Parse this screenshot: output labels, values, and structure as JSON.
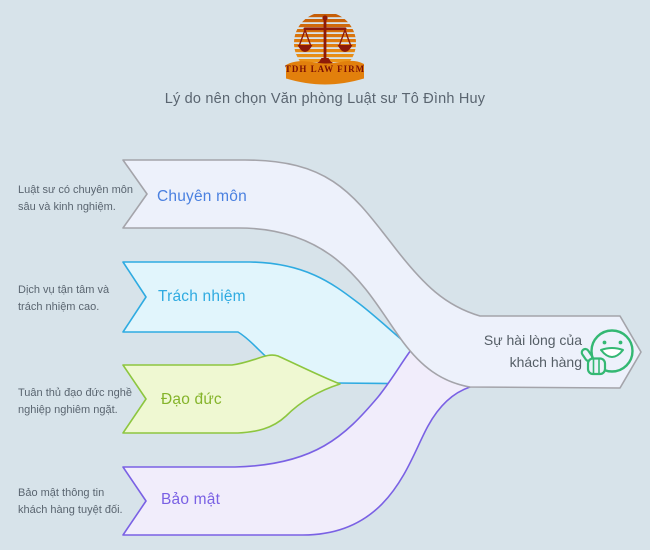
{
  "canvas": {
    "background": "#d7e3ea"
  },
  "header": {
    "logo": {
      "icon": "scales-of-justice-icon",
      "banner_text": "TDH LAW FIRM",
      "colors": {
        "stripes_top": "#c35a06",
        "stripes_bottom": "#f3a51f",
        "banner": "#e2800c",
        "emblem": "#8e1a08"
      }
    },
    "title": "Lý do nên chọn Văn phòng Luật sư Tô Đình Huy"
  },
  "factors": [
    {
      "label": "Chuyên môn",
      "description": "Luật sư có chuyên môn\nsâu và kinh nghiệm.",
      "accent": "#4a80e0",
      "fill": "#edf1fb",
      "stroke": "#a4a4aa"
    },
    {
      "label": "Trách nhiệm",
      "description": "Dịch vụ tận tâm và\ntrách nhiệm cao.",
      "accent": "#2fabe1",
      "fill": "#e1f5fc",
      "stroke": "#2fabe1"
    },
    {
      "label": "Đạo đức",
      "description": "Tuân thủ đạo đức nghề\nnghiệp nghiêm ngặt.",
      "accent": "#85b42b",
      "fill": "#eff8d2",
      "stroke": "#8dc63f"
    },
    {
      "label": "Bảo mật",
      "description": "Bảo mật thông tin\nkhách hàng tuyệt đối.",
      "accent": "#7a61e4",
      "fill": "#f1edfb",
      "stroke": "#7a61e4"
    }
  ],
  "outcome": {
    "label": "Sự hài lòng của\nkhách hàng",
    "icon": "smiley-thumbs-up-icon",
    "icon_color": "#34b873",
    "fill": "#edf1fa",
    "stroke": "#9fa4aa"
  }
}
